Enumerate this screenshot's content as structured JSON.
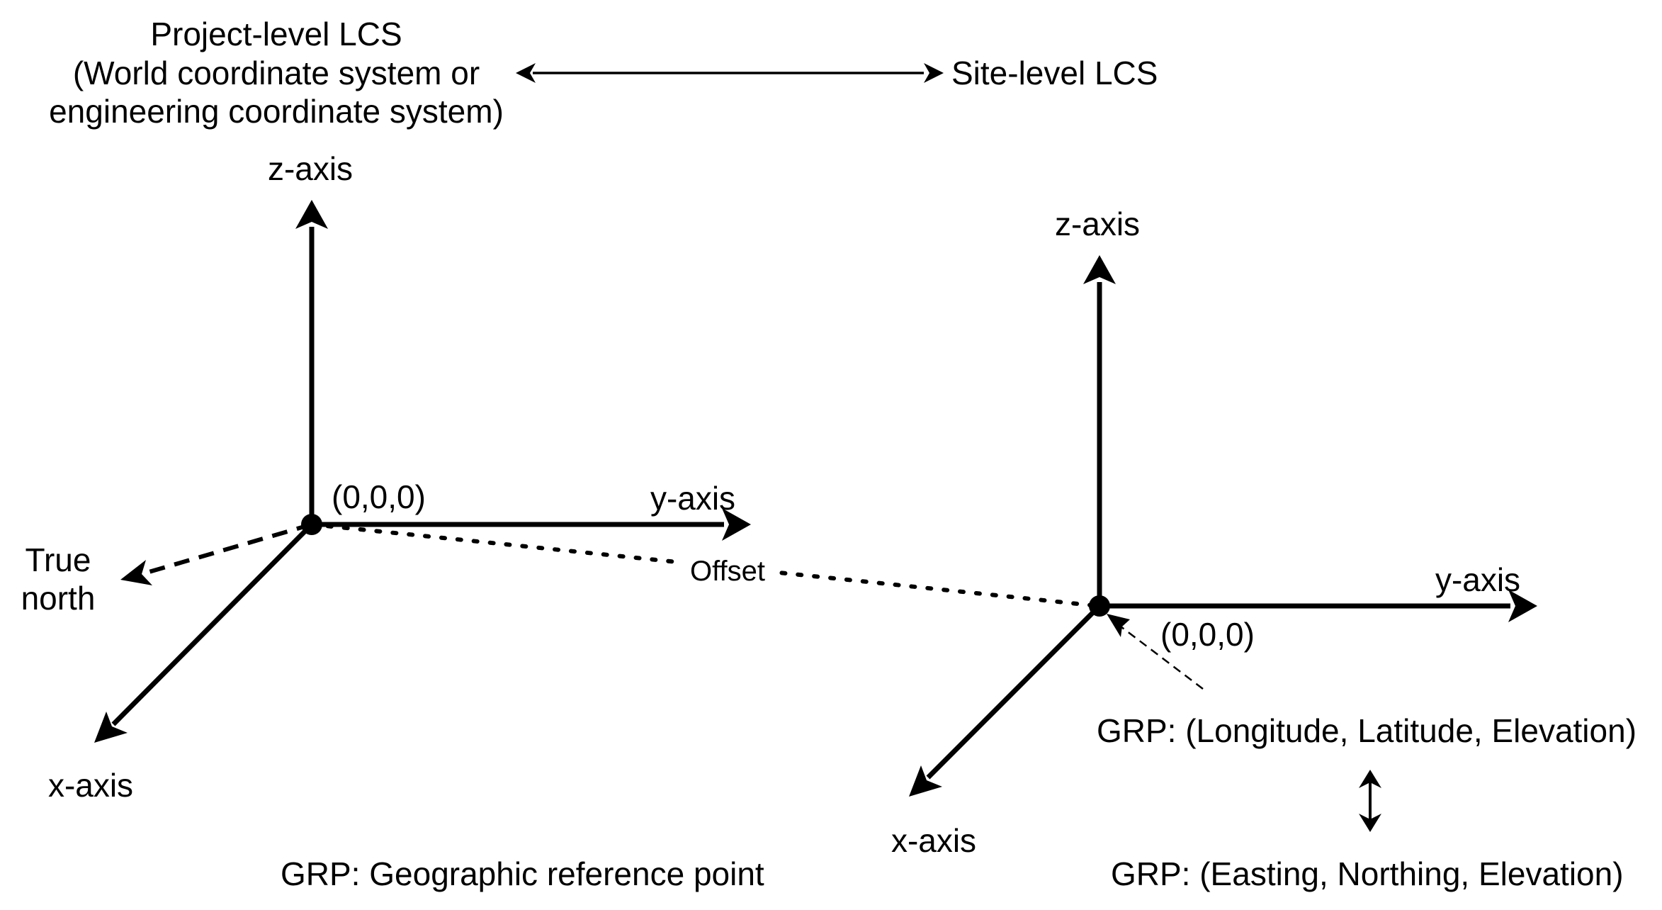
{
  "header": {
    "project_lcs_lines": [
      "Project-level LCS",
      "(World coordinate system or",
      "engineering coordinate system)"
    ],
    "site_lcs": "Site-level LCS"
  },
  "project_system": {
    "z_axis": "z-axis",
    "y_axis": "y-axis",
    "x_axis": "x-axis",
    "origin": "(0,0,0)",
    "true_north_lines": [
      "True",
      "north"
    ]
  },
  "offset_label": "Offset",
  "site_system": {
    "z_axis": "z-axis",
    "y_axis": "y-axis",
    "x_axis": "x-axis",
    "origin": "(0,0,0)"
  },
  "grp": {
    "geographic": "GRP: (Longitude, Latitude, Elevation)",
    "projected": "GRP: (Easting, Northing, Elevation)",
    "legend": "GRP: Geographic reference point"
  },
  "colors": {
    "ink": "#000000",
    "background": "#ffffff"
  }
}
